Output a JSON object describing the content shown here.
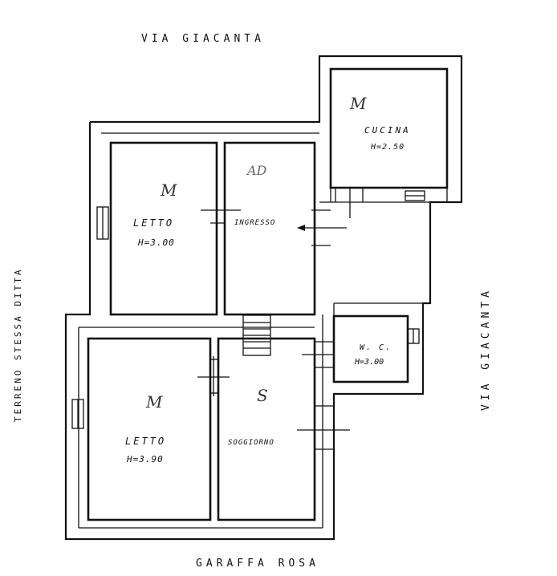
{
  "streets": {
    "top": "VIA GIACANTA",
    "right": "VIA GIACANTA",
    "bottom": "GARAFFA ROSA",
    "left": "TERRENO STESSA DITTA"
  },
  "rooms": {
    "cucina": {
      "mark": "M",
      "name": "CUCINA",
      "height": "H=2.50"
    },
    "letto_top": {
      "mark": "M",
      "name": "LETTO",
      "height": "H=3.00"
    },
    "ingresso": {
      "mark": "AD",
      "name": "INGRESSO"
    },
    "wc": {
      "name": "W. C.",
      "height": "H=3.00"
    },
    "letto_bottom": {
      "mark": "M",
      "name": "LETTO",
      "height": "H=3.90"
    },
    "soggiorno": {
      "mark": "S",
      "name": "SOGGIORNO"
    }
  }
}
